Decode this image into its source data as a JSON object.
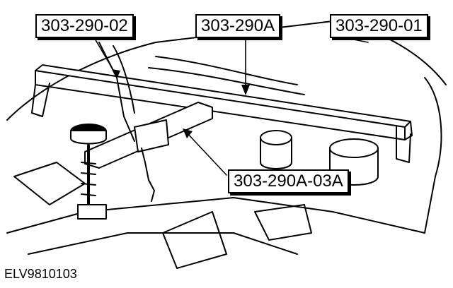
{
  "callouts": {
    "tool_left": "303-290-02",
    "tool_main": "303-290A",
    "tool_right": "303-290-01",
    "tool_adapter": "303-290A-03A"
  },
  "figure_id": "ELV9810103",
  "colors": {
    "ink": "#000000",
    "paper": "#ffffff"
  }
}
